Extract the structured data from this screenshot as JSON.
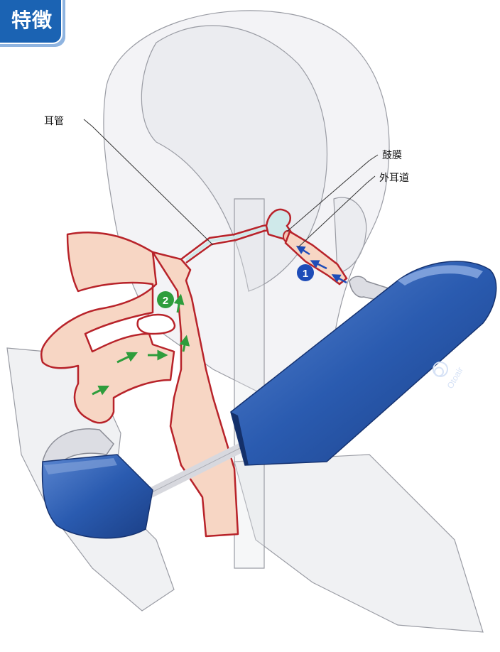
{
  "header": {
    "title": "特徴"
  },
  "labels": {
    "eustachian_tube": "耳管",
    "eardrum": "鼓膜",
    "ear_canal": "外耳道"
  },
  "markers": {
    "step1": "1",
    "step2": "2"
  },
  "device": {
    "brand": "Otoair"
  },
  "colors": {
    "header_blue": "#1b63b3",
    "tissue_fill": "#f7d6c4",
    "tissue_outline": "#b8232a",
    "air_cavity": "#cfe9ea",
    "arrow_green": "#2e9d3c",
    "arrow_blue": "#1e4cb8",
    "device_blue": "#2a5bb0"
  }
}
